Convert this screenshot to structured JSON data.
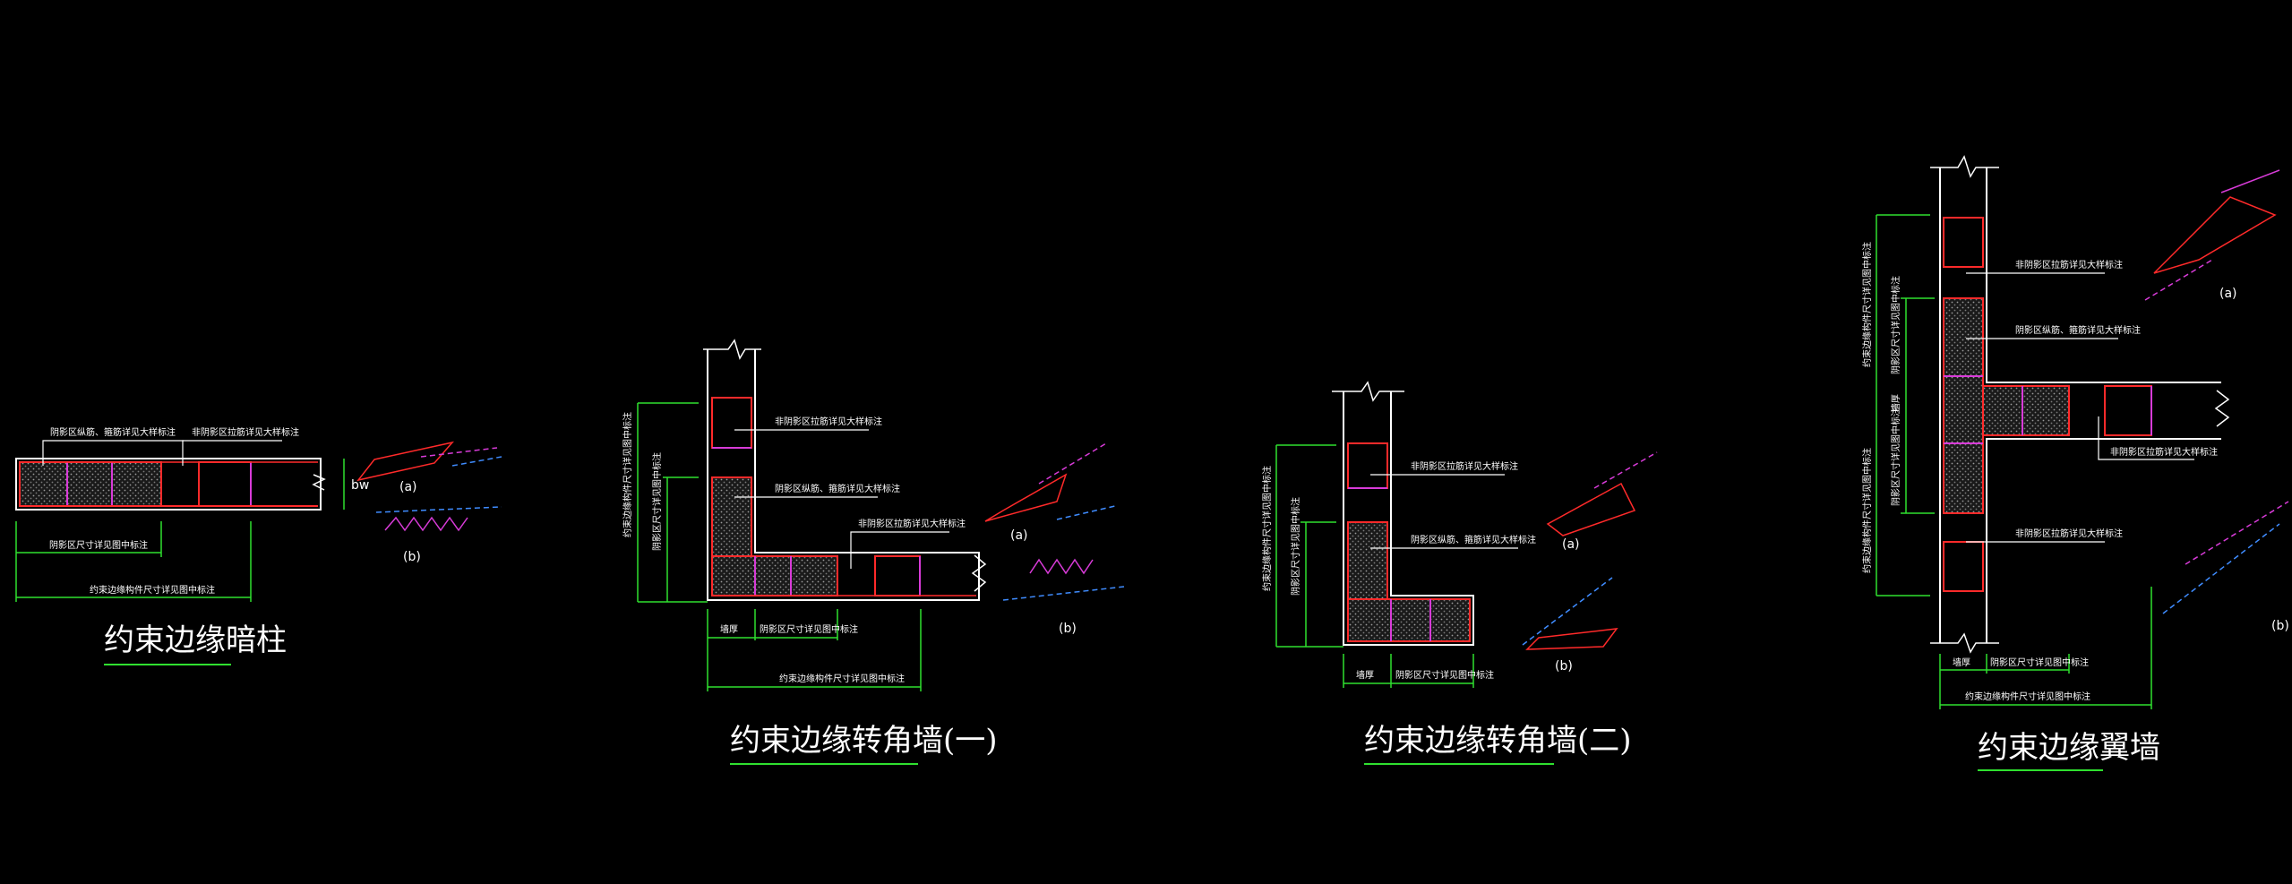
{
  "colors": {
    "background": "#000000",
    "outline": "#ffffff",
    "rebar": "#ff2a2a",
    "stirrup": "#d83bd8",
    "dimension": "#2fe02f",
    "leader": "#ffffff",
    "hatch": "#8a8a8a",
    "dash_blue": "#3f8cff"
  },
  "drawings": [
    {
      "title": "约束边缘暗柱",
      "note_upper_left": "阴影区纵筋、箍筋详见大样标注",
      "note_upper_right": "非阴影区拉筋详见大样标注",
      "dim_bw": "bw",
      "dim_shadow": "阴影区尺寸详见图中标注",
      "dim_total": "约束边缘构件尺寸详见图中标注",
      "label_a": "(a)",
      "label_b": "(b)"
    },
    {
      "title": "约束边缘转角墙(一)",
      "note_1": "非阴影区拉筋详见大样标注",
      "note_2": "阴影区纵筋、箍筋详见大样标注",
      "note_3": "非阴影区拉筋详见大样标注",
      "dim_vertical_long": "约束边缘构件尺寸详见图中标注",
      "dim_vertical_short": "阴影区尺寸详见图中标注",
      "dim_wall": "墙厚",
      "dim_shadow": "阴影区尺寸详见图中标注",
      "dim_total": "约束边缘构件尺寸详见图中标注",
      "label_a": "(a)",
      "label_b": "(b)"
    },
    {
      "title": "约束边缘转角墙(二)",
      "note_1": "非阴影区拉筋详见大样标注",
      "note_2": "阴影区纵筋、箍筋详见大样标注",
      "dim_vertical_long": "约束边缘构件尺寸详见图中标注",
      "dim_vertical_short": "阴影区尺寸详见图中标注",
      "dim_wall": "墙厚",
      "dim_shadow": "阴影区尺寸详见图中标注",
      "label_a": "(a)",
      "label_b": "(b)"
    },
    {
      "title": "约束边缘翼墙",
      "note_1": "非阴影区拉筋详见大样标注",
      "note_2": "阴影区纵筋、箍筋详见大样标注",
      "note_3": "非阴影区拉筋详见大样标注",
      "note_4": "非阴影区拉筋详见大样标注",
      "dim_vertical_long_1": "约束边缘构件尺寸详见图中标注",
      "dim_vertical_short_1": "阴影区尺寸详见图中标注",
      "dim_wall_v": "墙厚",
      "dim_vertical_short_2": "阴影区尺寸详见图中标注",
      "dim_vertical_long_2": "约束边缘构件尺寸详见图中标注",
      "dim_wall": "墙厚",
      "dim_shadow": "阴影区尺寸详见图中标注",
      "dim_total": "约束边缘构件尺寸详见图中标注",
      "label_a": "(a)",
      "label_b": "(b)"
    }
  ]
}
